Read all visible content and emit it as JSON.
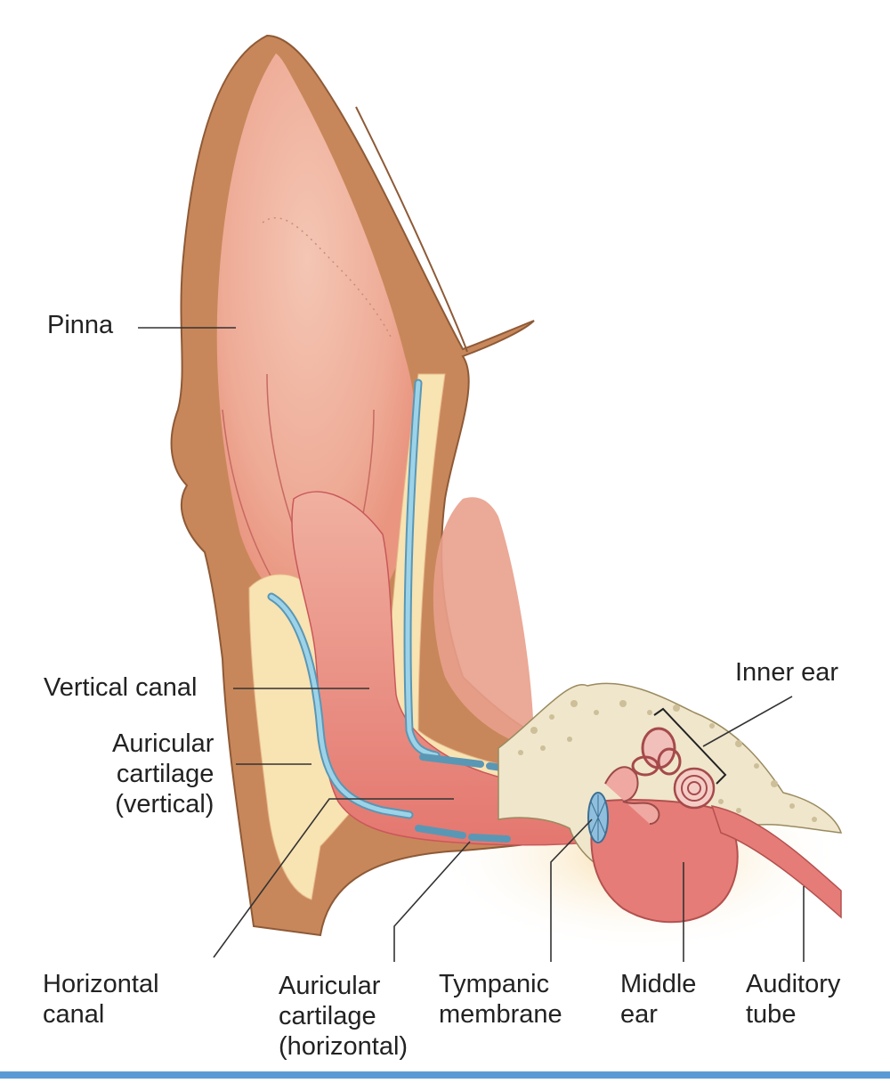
{
  "labels": {
    "pinna": "Pinna",
    "vertical_canal": "Vertical canal",
    "auricular_cartilage_vertical": "Auricular\ncartilage\n(vertical)",
    "inner_ear": "Inner ear",
    "horizontal_canal": "Horizontal\ncanal",
    "auricular_cartilage_horizontal": "Auricular\ncartilage\n(horizontal)",
    "tympanic_membrane": "Tympanic\nmembrane",
    "middle_ear": "Middle\near",
    "auditory_tube": "Auditory\ntube"
  },
  "colors": {
    "skin": "#c8875a",
    "skin_dark": "#a86a42",
    "canal_pink": "#e88a84",
    "canal_light": "#f2c3b4",
    "cartilage_blue": "#7fc0da",
    "fat_yellow": "#f8e3b2",
    "bone": "#efe6cc",
    "bottom_bar": "#5b9bd5"
  }
}
